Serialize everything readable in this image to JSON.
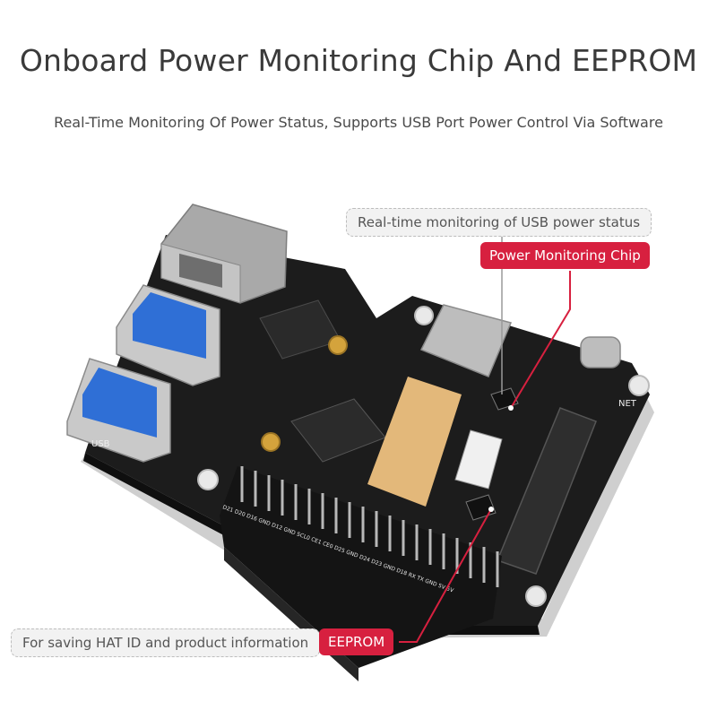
{
  "heading": {
    "title": "Onboard Power Monitoring Chip And EEPROM",
    "subtitle": "Real-Time Monitoring Of Power Status, Supports USB Port Power Control Via Software"
  },
  "callouts": {
    "usb_status": "Real-time monitoring of USB power status",
    "power_chip": "Power Monitoring Chip",
    "hat_info": "For saving HAT ID and product information",
    "eeprom": "EEPROM"
  },
  "board": {
    "usb_label": "USB",
    "net_label": "NET",
    "pin_labels": "D21 D20 D16 GND D12 GND SCL0 CE1 CE0 D25 GND D24 D23 GND D18 RX TX GND 5V 5V"
  },
  "colors": {
    "accent": "#d7203f",
    "board": "#1c1c1c",
    "gold": "#e3b87a",
    "usb_blue": "#2f6fd6"
  }
}
